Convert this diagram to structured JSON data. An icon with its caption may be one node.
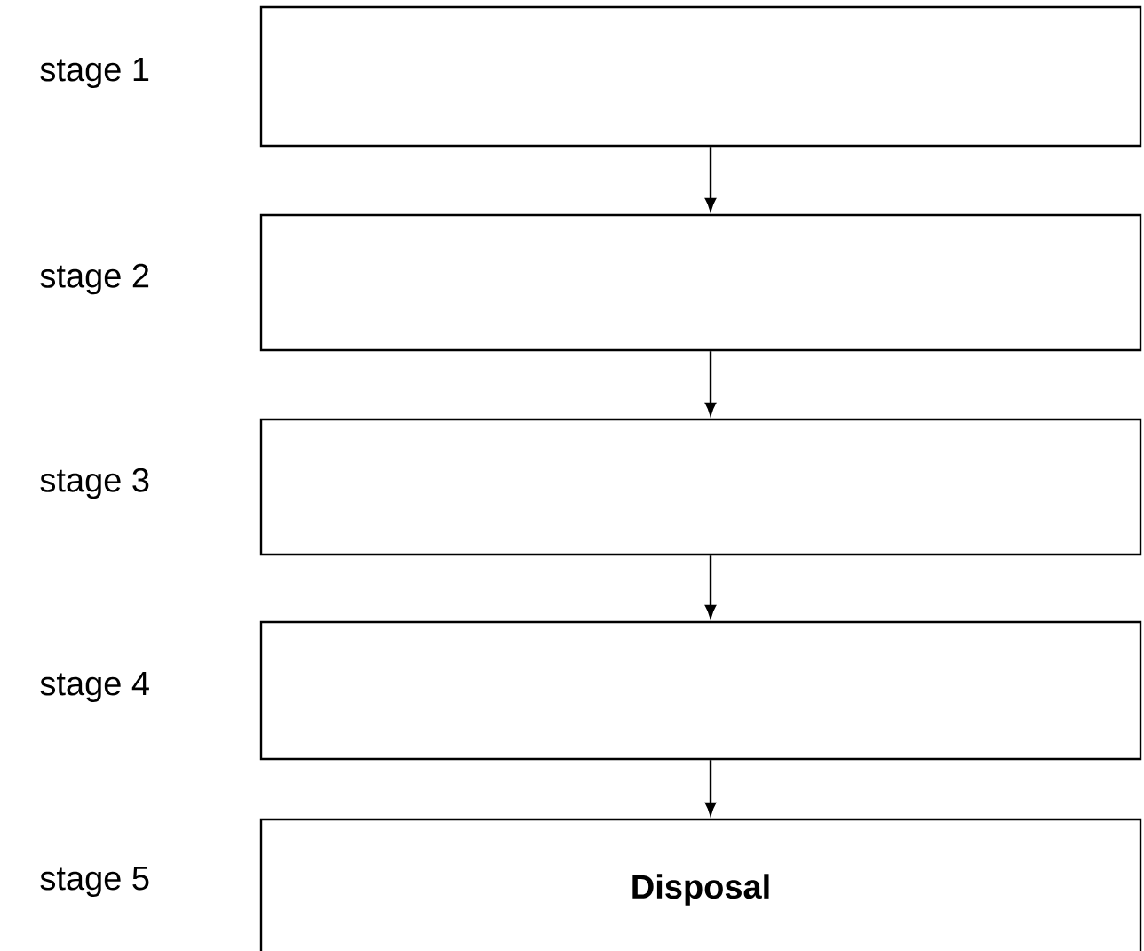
{
  "diagram": {
    "nodes": [
      {
        "text": [],
        "shape": "box",
        "beside": [
          "stage 1"
        ]
      },
      {
        "text": [],
        "shape": "box",
        "beside": [
          "stage 2"
        ]
      },
      {
        "text": [],
        "shape": "box",
        "beside": [
          "stage 3"
        ]
      },
      {
        "text": [],
        "shape": "box",
        "beside": [
          "stage 4"
        ]
      },
      {
        "text": [
          "Disposal"
        ],
        "beside": [
          "stage 5"
        ]
      }
    ],
    "edges": [
      {
        "from": 0,
        "to": 1,
        "arrow": "to"
      },
      {
        "from": 1,
        "to": 2,
        "arrow": "to"
      },
      {
        "from": 2,
        "to": 3,
        "arrow": "to"
      },
      {
        "from": 3,
        "to": 4,
        "arrow": "to"
      }
    ]
  }
}
